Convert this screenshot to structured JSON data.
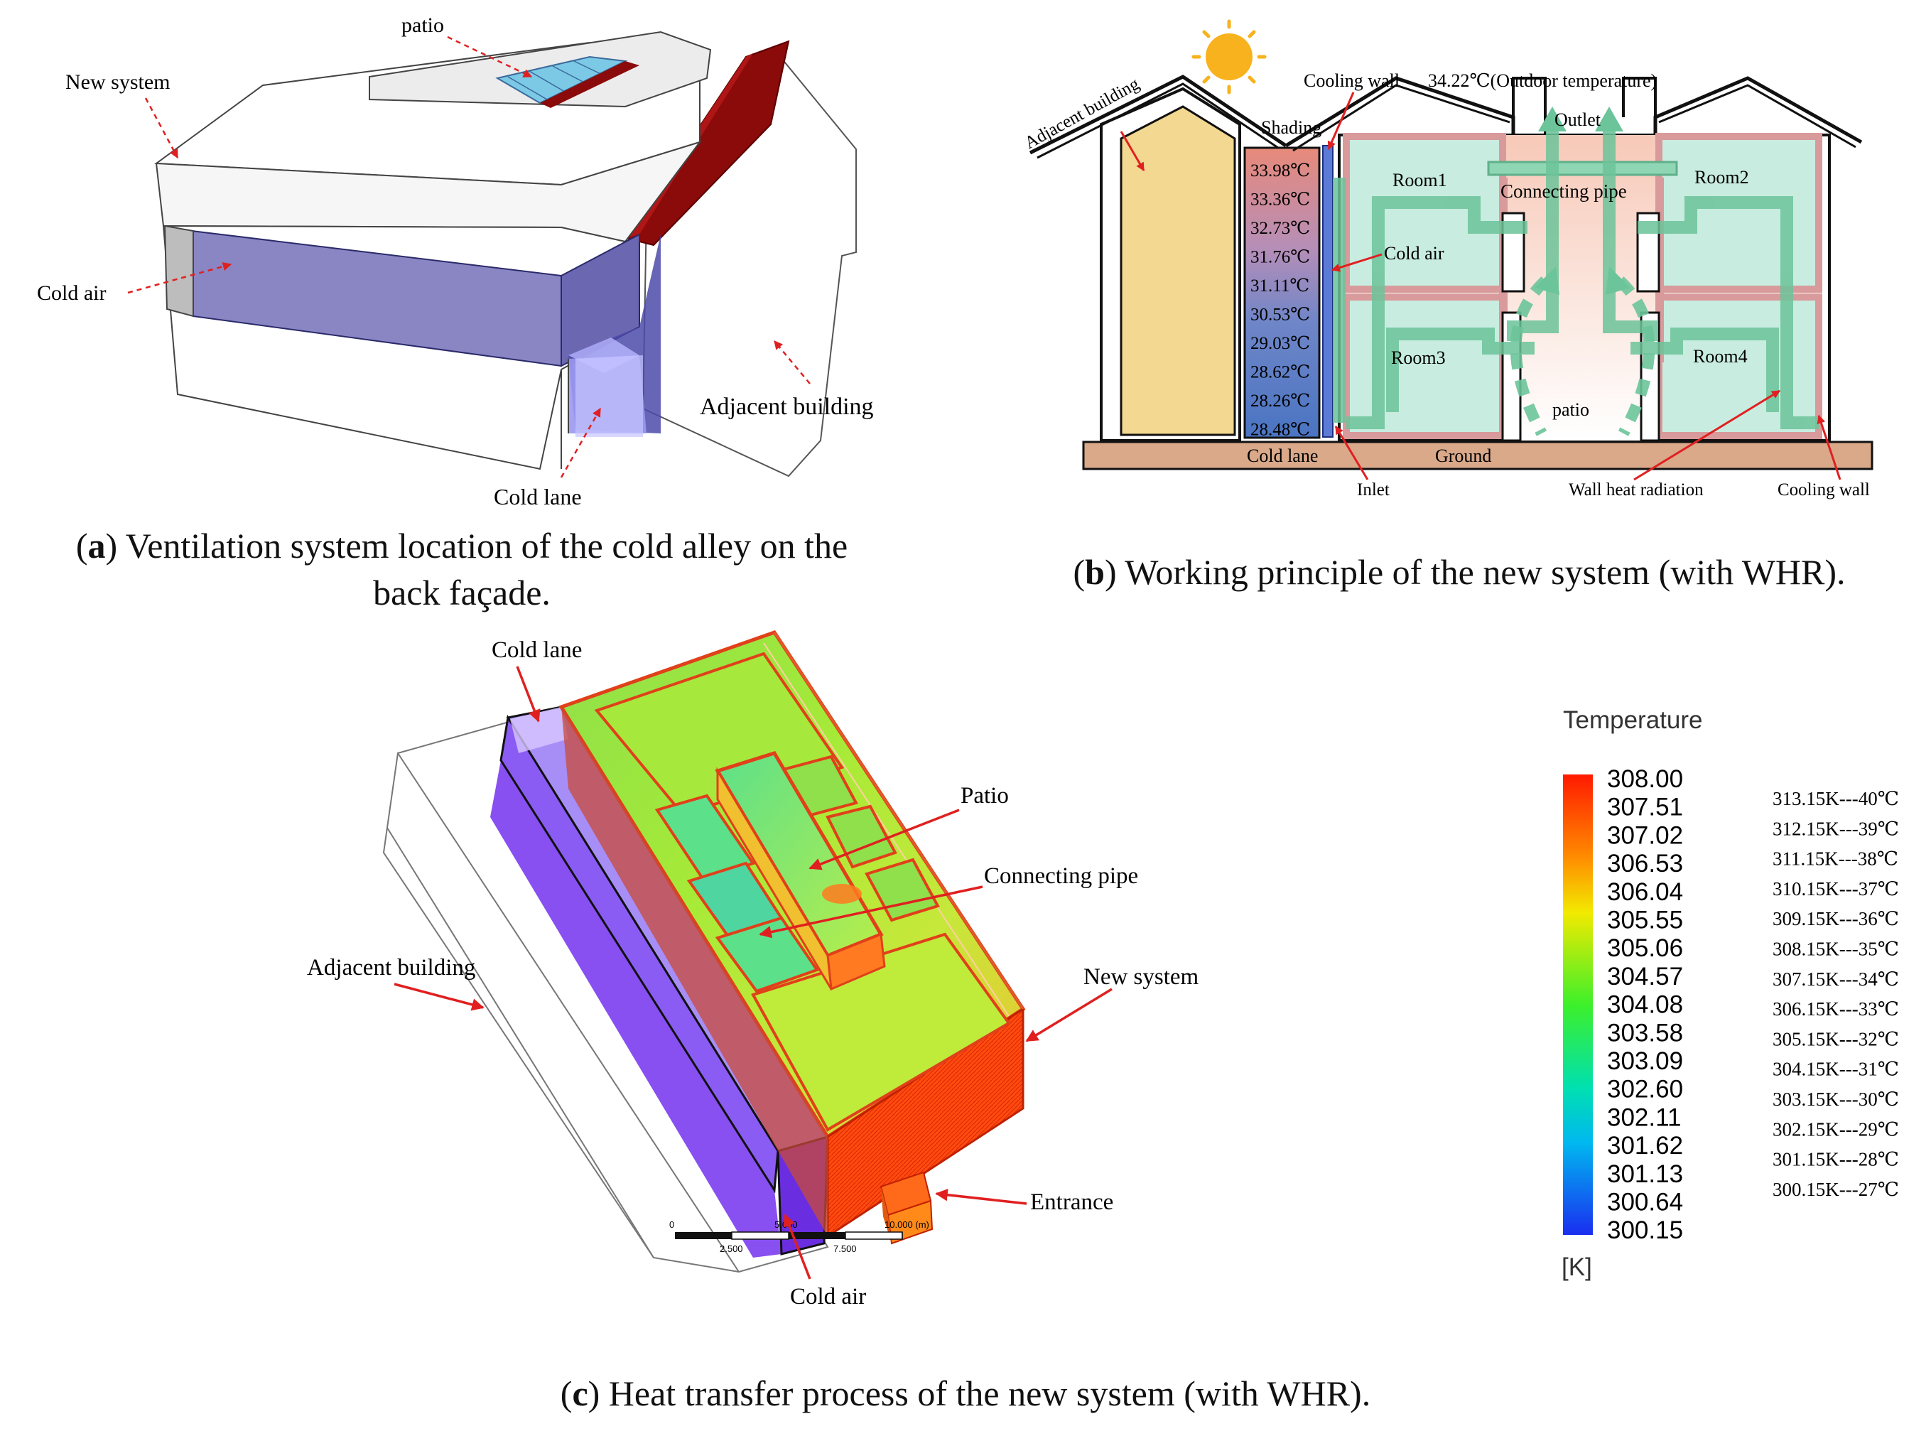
{
  "panel_a": {
    "labels": {
      "patio": "patio",
      "new_system": "New system",
      "cold_air": "Cold air",
      "adjacent_building": "Adjacent building",
      "cold_lane": "Cold lane"
    },
    "caption_letter": "a",
    "caption_line1": ") Ventilation system location of the cold alley on the",
    "caption_line2": "back façade."
  },
  "panel_b": {
    "labels": {
      "adjacent_building": "Adjacent building",
      "shading": "Shading",
      "cooling_wall_top": "Cooling wall",
      "outdoor_temp": "34.22℃(Outdoor temperature)",
      "outlet": "Outlet",
      "room1": "Room1",
      "room2": "Room2",
      "room3": "Room3",
      "room4": "Room4",
      "connecting_pipe": "Connecting pipe",
      "cold_air": "Cold air",
      "patio": "patio",
      "cold_lane": "Cold lane",
      "ground": "Ground",
      "inlet": "Inlet",
      "wall_heat_radiation": "Wall heat radiation",
      "cooling_wall_bottom": "Cooling wall"
    },
    "lane_temperatures": [
      "33.98℃",
      "33.36℃",
      "32.73℃",
      "31.76℃",
      "31.11℃",
      "30.53℃",
      "29.03℃",
      "28.62℃",
      "28.26℃",
      "28.48℃"
    ],
    "caption_letter": "b",
    "caption_line1": ") Working principle of the new system (with WHR)."
  },
  "panel_c": {
    "labels": {
      "cold_lane": "Cold lane",
      "patio": "Patio",
      "connecting_pipe": "Connecting pipe",
      "adjacent_building": "Adjacent building",
      "new_system": "New system",
      "entrance": "Entrance",
      "cold_air": "Cold air"
    },
    "scale_top": [
      "0",
      "5.000",
      "10.000 (m)"
    ],
    "scale_bottom": [
      "2.500",
      "7.500"
    ],
    "legend": {
      "title": "Temperature",
      "unit": "[K]",
      "values": [
        "308.00",
        "307.51",
        "307.02",
        "306.53",
        "306.04",
        "305.55",
        "305.06",
        "304.57",
        "304.08",
        "303.58",
        "303.09",
        "302.60",
        "302.11",
        "301.62",
        "301.13",
        "300.64",
        "300.15"
      ]
    },
    "conversions": [
      "313.15K---40℃",
      "312.15K---39℃",
      "311.15K---38℃",
      "310.15K---37℃",
      "309.15K---36℃",
      "308.15K---35℃",
      "307.15K---34℃",
      "306.15K---33℃",
      "305.15K---32℃",
      "304.15K---31℃",
      "303.15K---30℃",
      "302.15K---29℃",
      "301.15K---28℃",
      "300.15K---27℃"
    ],
    "caption_letter": "c",
    "caption_line1": ") Heat transfer process of the new system (with WHR)."
  },
  "colors": {
    "arrow_red": "#e02020",
    "cold_air_purple": "#8a86c4",
    "roof_dark_red": "#8b0a0a",
    "adjacent_tan": "#f2d890",
    "room_green": "#c8ece0",
    "wall_pink": "#d89a9a",
    "ground_tan": "#d9a98a",
    "flow_green": "#6cc49a",
    "cold_lane_purple": "#7b3cf0"
  }
}
